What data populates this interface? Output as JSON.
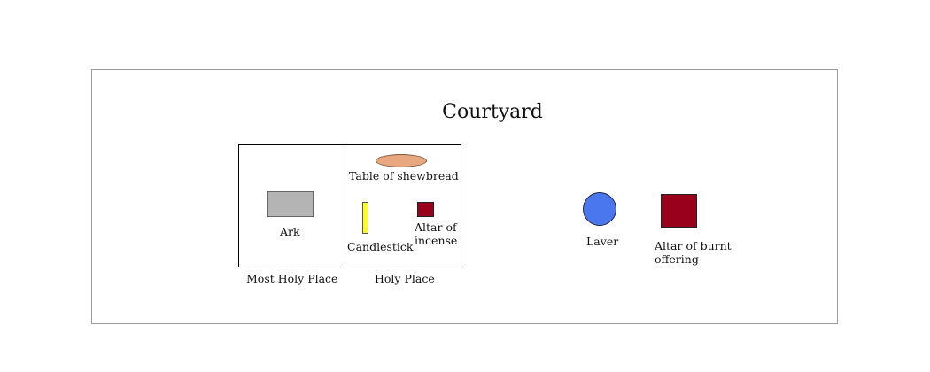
{
  "title": "Courtyard",
  "colors": {
    "ark": "#b4b4b4",
    "table": "#e8a77e",
    "candlestick": "#ffff22",
    "altar_incense": "#99001c",
    "laver": "#4a77ee",
    "altar_burnt": "#99001c"
  },
  "labels": {
    "ark": "Ark",
    "table": "Table of shewbread",
    "candlestick": "Candlestick",
    "altar_incense": "Altar of\nincense",
    "most_holy": "Most Holy Place",
    "holy": "Holy Place",
    "laver": "Laver",
    "altar_burnt": "Altar of burnt\noffering"
  }
}
